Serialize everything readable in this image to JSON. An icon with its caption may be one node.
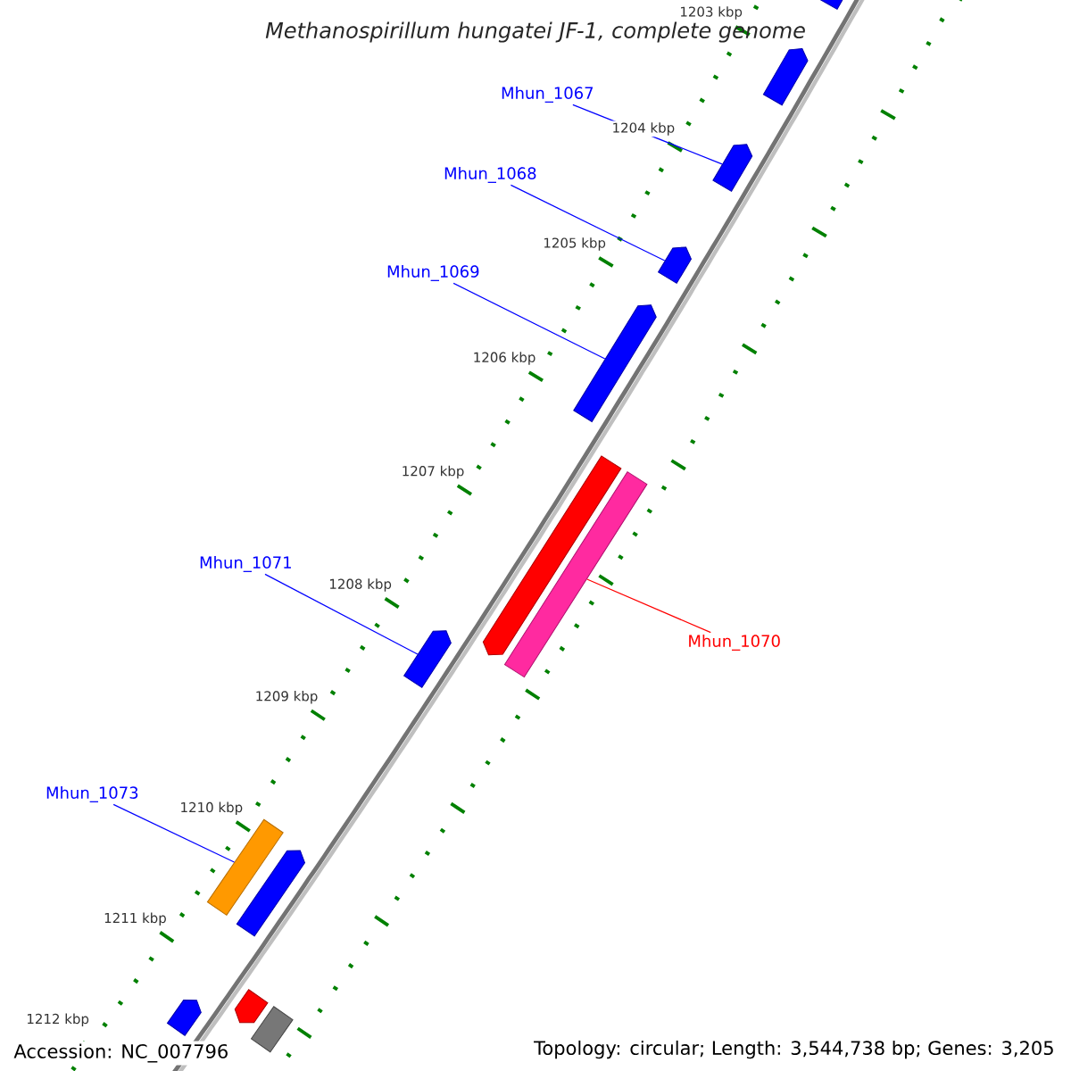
{
  "diagram": {
    "title": "*Methanospirillum hungatei JF-1*, complete genome",
    "nodes": [
      {
        "text": [
          "Mhun_1067"
        ]
      },
      {
        "text": [
          "Mhun_1068"
        ]
      },
      {
        "text": [
          "Mhun_1069"
        ]
      },
      {
        "text": [
          "Mhun_1071"
        ]
      },
      {
        "text": [
          "Mhun_1070"
        ]
      },
      {
        "text": [
          "Mhun_1073"
        ]
      },
      {
        "text": [],
        "shape": "pentagon"
      },
      {
        "text": [],
        "shape": "pentagon"
      },
      {
        "text": [],
        "shape": "pentagon"
      },
      {
        "text": [],
        "shape": "pentagon"
      },
      {
        "text": [],
        "shape": "pentagon"
      },
      {
        "text": [],
        "shape": "pentagon"
      },
      {
        "text": [],
        "shape": "bar"
      },
      {
        "text": [],
        "shape": "pentagon"
      },
      {
        "text": [],
        "shape": "bar"
      },
      {
        "text": [],
        "shape": "pentagon"
      },
      {
        "text": [],
        "shape": "pentagon"
      },
      {
        "text": [],
        "shape": "bar"
      },
      {
        "text": [],
        "shape": "pentagon"
      }
    ],
    "edges": [
      {
        "from": 0,
        "to": 8,
        "arrow": "none"
      },
      {
        "from": 1,
        "to": 9,
        "arrow": "none"
      },
      {
        "from": 2,
        "to": 10,
        "arrow": "none"
      },
      {
        "from": 3,
        "to": 13,
        "arrow": "none"
      },
      {
        "from": 4,
        "to": 12,
        "arrow": "none",
        "color": "#ff0000"
      },
      {
        "from": 5,
        "to": 14,
        "arrow": "none"
      }
    ],
    "labels": [
      "1203 kbp",
      "1204 kbp",
      "1205 kbp",
      "1206 kbp",
      "1207 kbp",
      "1208 kbp",
      "1209 kbp",
      "1210 kbp",
      "1211 kbp",
      "1212 kbp",
      "Accession: NC_007796",
      "Topology: circular; Length: 3,544,738 bp; Genes: 3,205"
    ]
  }
}
